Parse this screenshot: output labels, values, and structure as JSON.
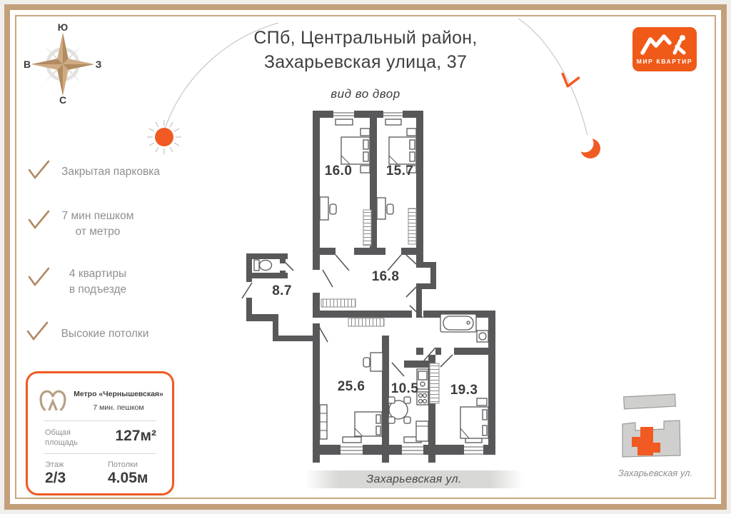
{
  "colors": {
    "accent_orange": "#F15A22",
    "frame_tan": "#C2A07A",
    "wall_gray": "#58585A",
    "text_dark": "#3C3C3B",
    "text_gray": "#8F8F8F",
    "check_tan": "#B08A63"
  },
  "compass": {
    "top": "Ю",
    "left": "В",
    "right": "З",
    "bottom": "С"
  },
  "header": {
    "address_line1": "СПб, Центральный район,",
    "address_line2": "Захарьевская улица, 37",
    "view_label": "вид во двор"
  },
  "brand": {
    "name": "МИР КВАРТИР"
  },
  "features": [
    {
      "line1": "Закрытая парковка"
    },
    {
      "line1": "7 мин пешком",
      "line2": "от метро"
    },
    {
      "line1": "4 квартиры",
      "line2": "в подъезде"
    },
    {
      "line1": "Высокие потолки"
    }
  ],
  "info_card": {
    "metro_name": "Метро «Чернышевская»",
    "metro_walk": "7 мин. пешком",
    "area_label_line1": "Общая",
    "area_label_line2": "площадь",
    "area_value": "127м²",
    "floor_label": "Этаж",
    "floor_value": "2/3",
    "ceiling_label": "Потолки",
    "ceiling_value": "4.05м"
  },
  "floor_plan": {
    "street_label": "Захарьевская ул.",
    "rooms": [
      {
        "id": "bedroom-1",
        "area": "16.0"
      },
      {
        "id": "bedroom-2",
        "area": "15.7"
      },
      {
        "id": "hall",
        "area": "16.8"
      },
      {
        "id": "corridor",
        "area": "8.7"
      },
      {
        "id": "living-room",
        "area": "25.6"
      },
      {
        "id": "kitchen",
        "area": "10.5"
      },
      {
        "id": "bedroom-3",
        "area": "19.3"
      }
    ]
  },
  "site_plan": {
    "street_label": "Захарьевская ул."
  }
}
